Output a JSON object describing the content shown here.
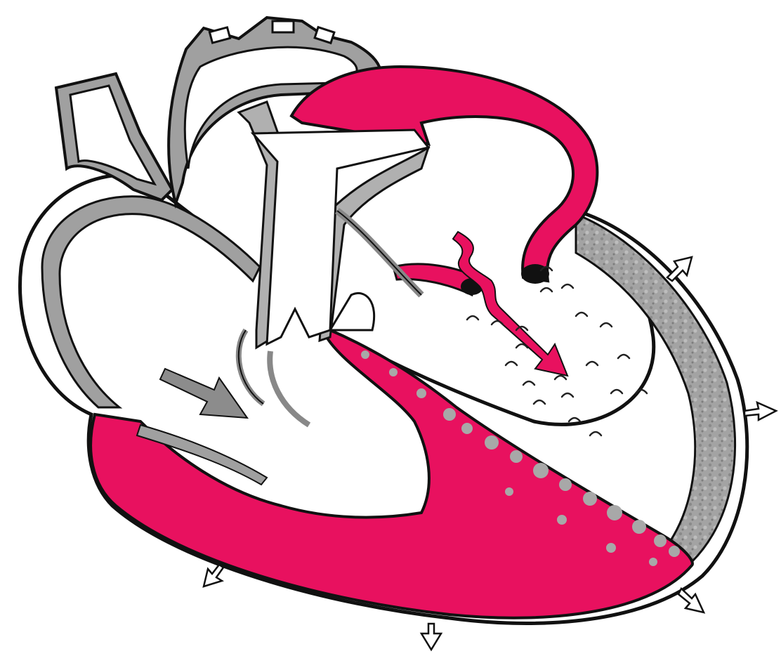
{
  "figure": {
    "subject": "heart-cross-section-illustration",
    "labels": []
  },
  "colors": {
    "background": "#ffffff",
    "outline": "#111111",
    "wall_gray": "#9a9a9a",
    "wall_gray_light": "#b8b8b8",
    "highlight_pink": "#e8115f",
    "arrow_gray": "#8c8c8c",
    "arrow_outline_fill": "#ffffff"
  },
  "icons": {
    "flow_arrow": "gray-flow-arrow",
    "wavy_arrow": "pink-wavy-arrow",
    "expansion_arrow": "double-headed-outline-arrow"
  }
}
